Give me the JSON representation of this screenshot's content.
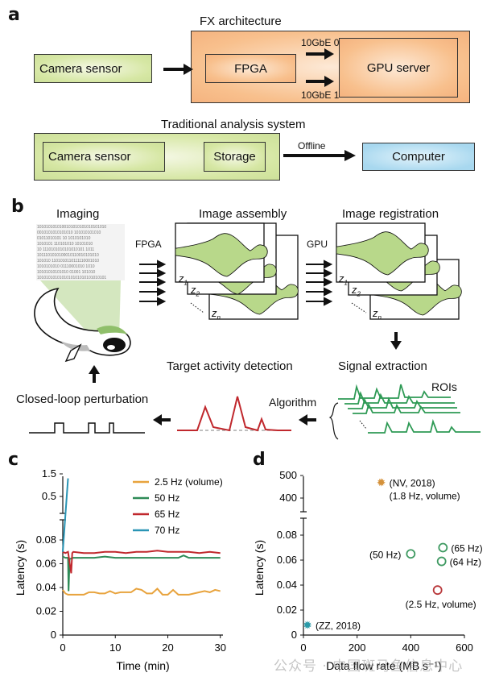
{
  "panel_a": {
    "label": "a",
    "fx_title": "FX architecture",
    "camera_sensor": "Camera sensor",
    "fpga": "FPGA",
    "gpu_server": "GPU server",
    "link0": "10GbE 0",
    "link1": "10GbE 1",
    "traditional_title": "Traditional analysis system",
    "camera_sensor_2": "Camera sensor",
    "storage": "Storage",
    "offline": "Offline",
    "computer": "Computer"
  },
  "panel_b": {
    "label": "b",
    "imaging": "Imaging",
    "image_assembly": "Image assembly",
    "image_registration": "Image registration",
    "fpga": "FPGA",
    "gpu": "GPU",
    "z1": "z",
    "z1_sub": "1",
    "z2": "z",
    "z2_sub": "2",
    "zn": "z",
    "zn_sub": "n",
    "signal_extraction": "Signal extraction",
    "rois": "ROIs",
    "algorithm": "Algorithm",
    "target_activity_detection": "Target activity detection",
    "closed_loop": "Closed-loop perturbation"
  },
  "chart_data": [
    {
      "panel": "c",
      "type": "line",
      "xlabel": "Time (min)",
      "ylabel": "Latency (s)",
      "xlim": [
        0,
        30.5
      ],
      "x_ticks": [
        "0",
        "10",
        "20",
        "30"
      ],
      "y_ticks_lower": [
        "0",
        "0.02",
        "0.04",
        "0.06",
        "0.08"
      ],
      "y_ticks_upper": [
        "0.5",
        "1.5"
      ],
      "ylim_lower": [
        0,
        0.1
      ],
      "ylim_upper": [
        0.2,
        1.5
      ],
      "axis_break": true,
      "legend_position": "top-right",
      "series": [
        {
          "name": "2.5 Hz (volume)",
          "color": "#e8a33d",
          "x": [
            0,
            0.5,
            1,
            2,
            3,
            4,
            5,
            6,
            7,
            8,
            9,
            10,
            11,
            12,
            13,
            14,
            15,
            16,
            17,
            18,
            19,
            20,
            21,
            22,
            23,
            24,
            25,
            26,
            27,
            28,
            29,
            30
          ],
          "y": [
            0.038,
            0.035,
            0.034,
            0.034,
            0.034,
            0.034,
            0.036,
            0.036,
            0.035,
            0.035,
            0.037,
            0.035,
            0.036,
            0.036,
            0.036,
            0.039,
            0.038,
            0.035,
            0.035,
            0.039,
            0.034,
            0.034,
            0.038,
            0.034,
            0.034,
            0.034,
            0.035,
            0.036,
            0.037,
            0.036,
            0.038,
            0.037
          ]
        },
        {
          "name": "50 Hz",
          "color": "#2e8b57",
          "x": [
            0,
            0.5,
            1,
            1.1,
            1.3,
            2,
            4,
            6,
            8,
            10,
            12,
            14,
            16,
            18,
            20,
            22,
            23,
            24,
            26,
            28,
            30
          ],
          "y": [
            0.066,
            0.065,
            0.065,
            0.037,
            0.064,
            0.065,
            0.065,
            0.065,
            0.066,
            0.065,
            0.065,
            0.065,
            0.065,
            0.065,
            0.065,
            0.065,
            0.067,
            0.065,
            0.065,
            0.065,
            0.065
          ]
        },
        {
          "name": "65 Hz",
          "color": "#c0282d",
          "x": [
            0,
            0.5,
            1,
            1.6,
            1.8,
            2,
            4,
            6,
            8,
            10,
            12,
            14,
            16,
            18,
            20,
            22,
            24,
            26,
            28,
            30
          ],
          "y": [
            0.07,
            0.069,
            0.07,
            0.052,
            0.069,
            0.07,
            0.069,
            0.069,
            0.07,
            0.07,
            0.069,
            0.07,
            0.07,
            0.071,
            0.07,
            0.07,
            0.07,
            0.069,
            0.07,
            0.069
          ]
        },
        {
          "name": "70 Hz",
          "color": "#2a95b5",
          "x": [
            0,
            1.0
          ],
          "y": [
            0.07,
            1.3
          ]
        }
      ]
    },
    {
      "panel": "d",
      "type": "scatter",
      "xlabel": "Data flow rate (MB s⁻¹)",
      "ylabel": "Latency (s)",
      "xlim": [
        0,
        600
      ],
      "x_ticks": [
        "0",
        "200",
        "400",
        "600"
      ],
      "y_ticks_lower": [
        "0",
        "0.02",
        "0.04",
        "0.06",
        "0.08"
      ],
      "y_ticks_upper": [
        "400",
        "500"
      ],
      "ylim_lower": [
        0,
        0.1
      ],
      "ylim_upper": [
        350,
        500
      ],
      "axis_break": true,
      "points": [
        {
          "label": "(NV, 2018)",
          "label2": "(1.8 Hz, volume)",
          "x": 290,
          "y": 470,
          "marker": "star",
          "color": "#d4913a",
          "axis": "upper"
        },
        {
          "label": "(50 Hz)",
          "x": 400,
          "y": 0.065,
          "marker": "circle",
          "color": "#3f9a62",
          "axis": "lower",
          "label_side": "left"
        },
        {
          "label": "(65 Hz)",
          "x": 520,
          "y": 0.07,
          "marker": "circle",
          "color": "#3f9a62",
          "axis": "lower",
          "label_side": "right"
        },
        {
          "label": "(64 Hz)",
          "x": 515,
          "y": 0.059,
          "marker": "circle",
          "color": "#3f9a62",
          "axis": "lower",
          "label_side": "right"
        },
        {
          "label": "(2.5 Hz, volume)",
          "x": 500,
          "y": 0.036,
          "marker": "circle",
          "color": "#b8373a",
          "axis": "lower",
          "label_side": "below"
        },
        {
          "label": "(ZZ, 2018)",
          "x": 15,
          "y": 0.008,
          "marker": "star",
          "color": "#2a9aa8",
          "axis": "lower",
          "label_side": "right"
        }
      ]
    }
  ],
  "panel_c": {
    "label": "c"
  },
  "panel_d": {
    "label": "d"
  },
  "watermark": "公众号 · 中国斑马鱼信息中心"
}
